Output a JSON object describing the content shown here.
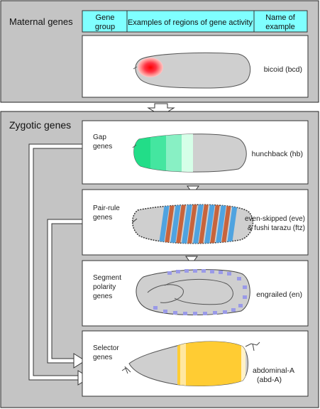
{
  "maternal": {
    "title": "Maternal genes",
    "headers": {
      "group": [
        "Gene",
        "group"
      ],
      "regions": "Examples of regions of gene activity",
      "example": [
        "Name of",
        "example"
      ]
    },
    "example_label": "bicoid (bcd)"
  },
  "zygotic": {
    "title": "Zygotic genes",
    "rows": [
      {
        "group": [
          "Gap",
          "genes"
        ],
        "example": [
          "hunchback (hb)"
        ]
      },
      {
        "group": [
          "Pair-rule",
          "genes"
        ],
        "example": [
          "even-skipped (eve)",
          "& fushi tarazu (ftz)"
        ]
      },
      {
        "group": [
          "Segment",
          "polarity",
          "genes"
        ],
        "example": [
          "engrailed (en)"
        ]
      },
      {
        "group": [
          "Selector",
          "genes"
        ],
        "example": [
          "abdominal-A",
          "(abd-A)"
        ]
      }
    ]
  },
  "colors": {
    "panel_bg": "#c4c4c4",
    "header_fill": "#7fffff",
    "embryo_fill": "#cfcfcf",
    "bicoid": "#ff0000",
    "hunchback": "#33dd88",
    "eve": "#4fa3e0",
    "ftz": "#c8643c",
    "engrailed": "#9a9ae8",
    "abd_a": "#ffcc33"
  }
}
